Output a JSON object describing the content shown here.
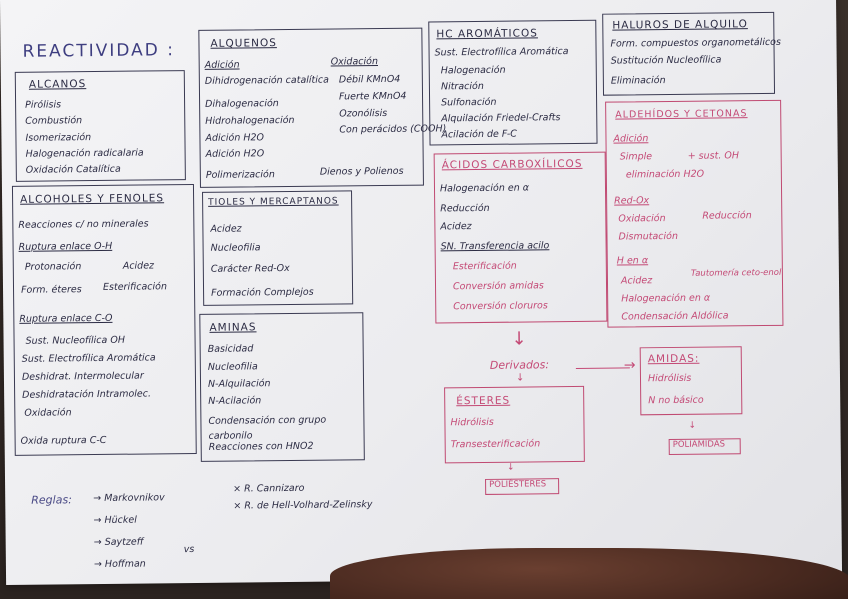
{
  "title": "REACTIVIDAD :",
  "alcanos": {
    "heading": "ALCANOS",
    "items": [
      "Pirólisis",
      "Combustión",
      "Isomerización",
      "Halogenación radicalaria",
      "Oxidación Catalítica"
    ]
  },
  "alquenos": {
    "heading": "ALQUENOS",
    "col1": [
      "Adición",
      "Dihidrogenación catalítica",
      "Dihalogenación",
      "Hidrohalogenación",
      "Adición H2O",
      "Adición H2O",
      "Polimerización"
    ],
    "col2": [
      "Oxidación",
      "Débil KMnO4",
      "Fuerte KMnO4",
      "Ozonólisis",
      "Con perácidos (COOH)",
      "Dienos y Polienos"
    ]
  },
  "hc_aromaticos": {
    "heading": "HC AROMÁTICOS",
    "items": [
      "Sust. Electrofílica Aromática",
      "Halogenación",
      "Nitración",
      "Sulfonación",
      "Alquilación Friedel-Crafts",
      "Acilación de F-C"
    ]
  },
  "haluros": {
    "heading": "HALUROS DE ALQUILO",
    "items": [
      "Form. compuestos organometálicos",
      "Sustitución Nucleofílica",
      "Eliminación"
    ]
  },
  "alcoholes": {
    "heading": "ALCOHOLES Y FENOLES",
    "items": [
      "Reacciones c/ no minerales",
      "Ruptura enlace O-H",
      "Protonación",
      "Acidez",
      "Form. éteres",
      "Esterificación",
      "Ruptura enlace C-O",
      "Sust. Nucleofílica OH",
      "Sust. Electrofílica Aromática",
      "Deshidrat. Intermolecular",
      "Deshidratación Intramolec.",
      "Oxidación",
      "Oxida ruptura C-C"
    ]
  },
  "tioles": {
    "heading": "TIOLES Y MERCAPTANOS",
    "items": [
      "Acidez",
      "Nucleofilia",
      "Carácter Red-Ox",
      "Formación Complejos"
    ]
  },
  "aminas": {
    "heading": "AMINAS",
    "items": [
      "Basicidad",
      "Nucleofilia",
      "N-Alquilación",
      "N-Acilación",
      "Condensación con grupo carbonilo",
      "Reacciones con HNO2"
    ]
  },
  "acidos": {
    "heading": "ÁCIDOS CARBOXÍLICOS",
    "items": [
      "Halogenación en α",
      "Reducción",
      "Acidez",
      "SN. Transferencia acilo",
      "Esterificación",
      "Conversión amidas",
      "Conversión cloruros"
    ]
  },
  "aldehidos": {
    "heading": "ALDEHÍDOS Y CETONAS",
    "items": [
      "Adición",
      "Simple",
      "+ sust. OH",
      "eliminación H2O",
      "Red-Ox",
      "Oxidación",
      "Reducción",
      "Dismutación",
      "H en α",
      "Acidez",
      "Tautomería ceto-enol",
      "Halogenación en α",
      "Condensación Aldólica"
    ]
  },
  "derivados": "Derivados:",
  "esteres": {
    "heading": "ÉSTERES",
    "items": [
      "Hidrólisis",
      "Transesterificación"
    ]
  },
  "poliesteres": "POLIÉSTERES",
  "amidas": {
    "heading": "AMIDAS:",
    "items": [
      "Hidrólisis",
      "N no básico"
    ]
  },
  "poliamidas": "POLIAMIDAS",
  "reglas": {
    "label": "Reglas:",
    "items": [
      "Markovnikov",
      "Hückel",
      "Saytzeff",
      "Hoffman"
    ],
    "vs": "vs"
  },
  "extra": [
    "R. Cannizaro",
    "R. de Hell-Volhard-Zelinsky"
  ]
}
